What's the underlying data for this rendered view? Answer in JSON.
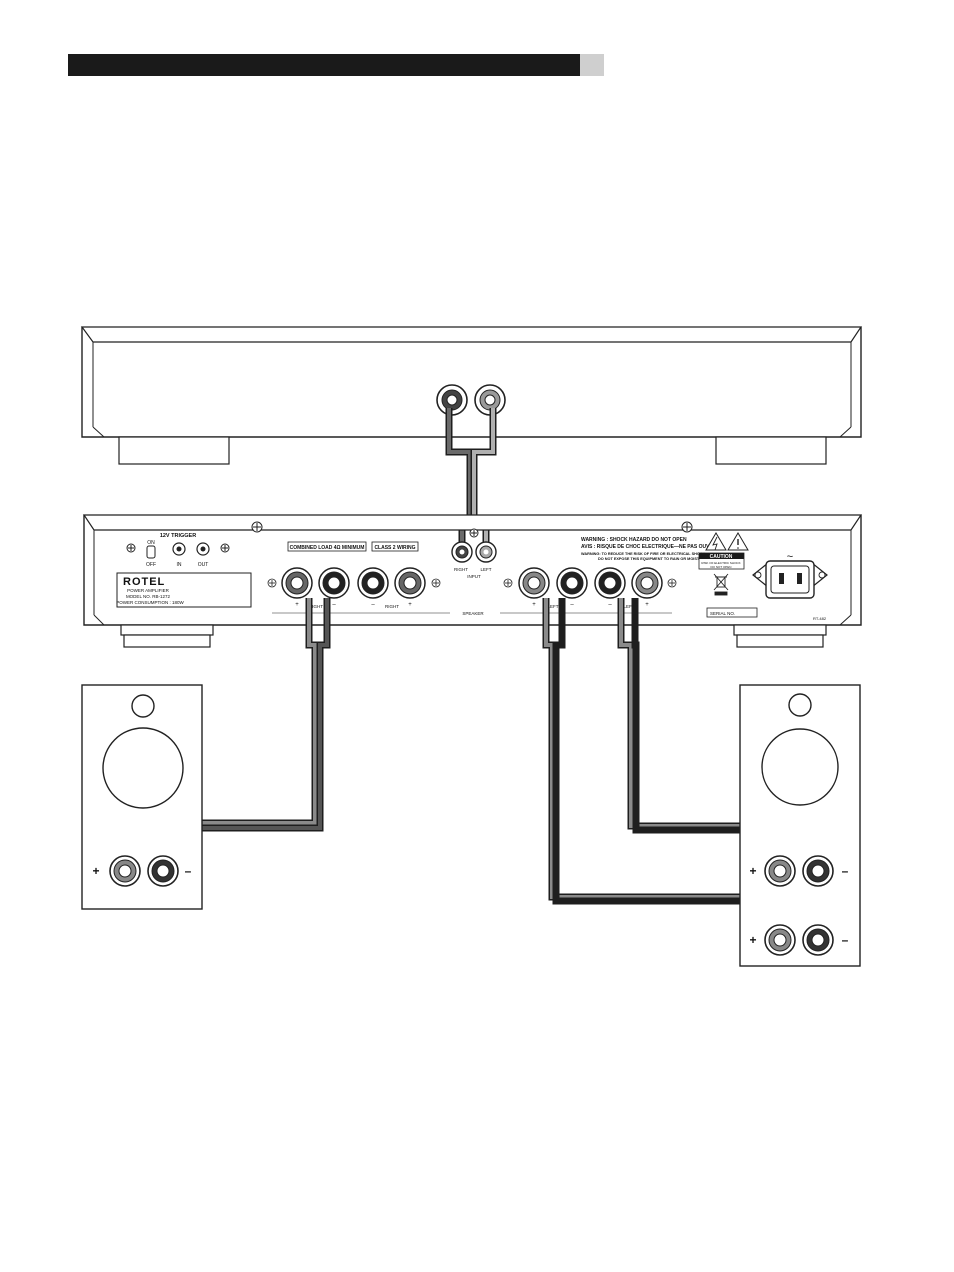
{
  "header": {
    "bar_color": "#1a1a1a",
    "tab_color": "#cfcfcf"
  },
  "amp": {
    "trigger_title": "12V TRIGGER",
    "switch_on": "ON",
    "switch_off": "OFF",
    "trigger_in": "IN",
    "trigger_out": "OUT",
    "brand": "ROTEL",
    "label_line1": "POWER AMPLIFIER",
    "label_line2": "MODEL NO. RB-1272",
    "label_line3": "POWER CONSUMPTION : 180W",
    "combined_load": "COMBINED LOAD 4Ω MINIMUM",
    "class2": "CLASS 2 WIRING",
    "input_right": "RIGHT",
    "input_left": "LEFT",
    "input_label": "INPUT",
    "warning1": "WARNING : SHOCK HAZARD DO NOT OPEN",
    "warning2": "AVIS : RISQUE DE CHOC ELECTRIQUE—NE PAS OUVRIR",
    "warning3": "WARNING: TO REDUCE THE RISK OF FIRE OR ELECTRICAL SHOCK,",
    "warning4": "DO NOT EXPOSE THIS EQUIPMENT TO RAIN OR MOISTURE.",
    "caution": "CAUTION",
    "caution_sub1": "RISK OF ELECTRIC SHOCK",
    "caution_sub2": "DO NOT OPEN",
    "ac_symbol": "~",
    "serial": "SERIAL NO.",
    "code": "RT-482",
    "speaker_label": "SPEAKER",
    "right_label": "RIGHT",
    "left_label": "LEFT",
    "plus": "+",
    "minus": "–"
  },
  "speaker_left": {
    "plus": "+",
    "minus": "–"
  },
  "speaker_right": {
    "plus_top": "+",
    "minus_top": "–",
    "plus_bottom": "+",
    "minus_bottom": "–"
  },
  "colors": {
    "cable_dark": "#1e1e1e",
    "cable_grey": "#8a8a8a",
    "cable_mid": "#5a5a5a"
  }
}
